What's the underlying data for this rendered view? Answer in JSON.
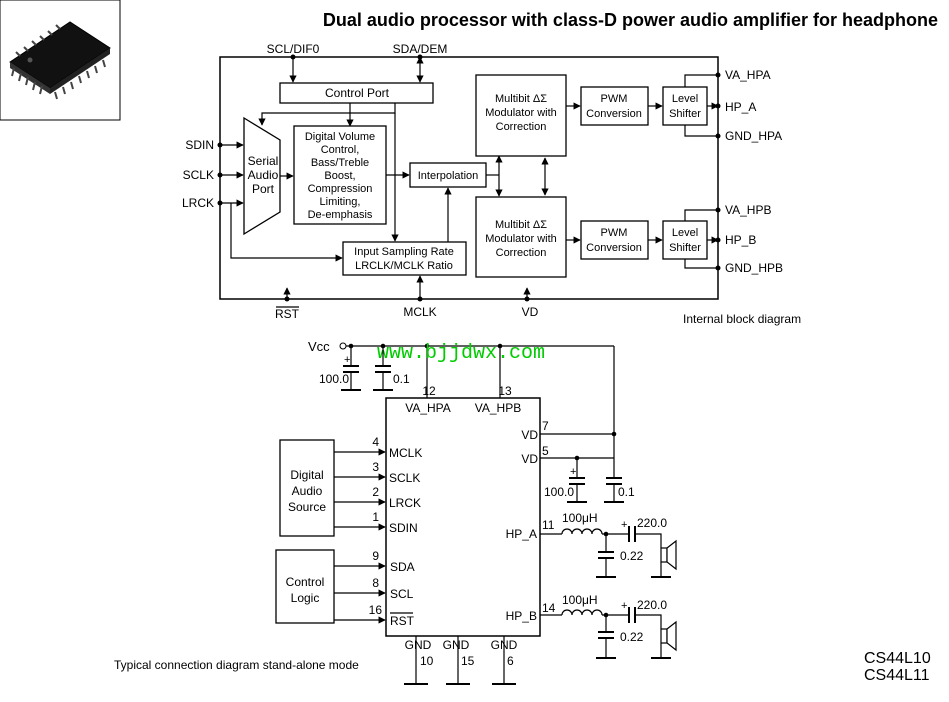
{
  "title": "Dual audio processor with class-D power audio amplifier for headphone",
  "block_diagram": {
    "caption": "Internal block diagram",
    "pins_top": [
      "SCL/DIF0",
      "SDA/DEM"
    ],
    "pins_left": [
      "SDIN",
      "SCLK",
      "LRCK"
    ],
    "pins_bottom": [
      "RST",
      "MCLK",
      "VD"
    ],
    "pins_right_a": [
      "VA_HPA",
      "HP_A",
      "GND_HPA"
    ],
    "pins_right_b": [
      "VA_HPB",
      "HP_B",
      "GND_HPB"
    ],
    "control_port": "Control Port",
    "serial_port": [
      "Serial",
      "Audio",
      "Port"
    ],
    "dsp": [
      "Digital Volume",
      "Control,",
      "Bass/Treble",
      "Boost,",
      "Compression",
      "Limiting,",
      "De-emphasis"
    ],
    "interpolation": "Interpolation",
    "isr": [
      "Input Sampling Rate",
      "LRCLK/MCLK Ratio"
    ],
    "modulator": [
      "Multibit ΔΣ",
      "Modulator with",
      "Correction"
    ],
    "pwm": [
      "PWM",
      "Conversion"
    ],
    "shifter": [
      "Level",
      "Shifter"
    ]
  },
  "schematic": {
    "caption": "Typical connection diagram stand-alone mode",
    "vcc": "Vcc",
    "watermark": "www.bjjdwx.com",
    "cap_100": "100.0",
    "cap_01": "0.1",
    "cap_022": "0.22",
    "cap_220": "220.0",
    "inductor": "100μH",
    "digital_audio_source": [
      "Digital",
      "Audio",
      "Source"
    ],
    "control_logic": [
      "Control",
      "Logic"
    ],
    "chip_pins_left": [
      {
        "num": "4",
        "name": "MCLK"
      },
      {
        "num": "3",
        "name": "SCLK"
      },
      {
        "num": "2",
        "name": "LRCK"
      },
      {
        "num": "1",
        "name": "SDIN"
      },
      {
        "num": "9",
        "name": "SDA"
      },
      {
        "num": "8",
        "name": "SCL"
      },
      {
        "num": "16",
        "name": "RST"
      }
    ],
    "chip_pins_top": [
      {
        "num": "12",
        "name": "VA_HPA"
      },
      {
        "num": "13",
        "name": "VA_HPB"
      }
    ],
    "chip_pins_right": [
      {
        "num": "7",
        "name": "VD"
      },
      {
        "num": "5",
        "name": "VD"
      },
      {
        "num": "11",
        "name": "HP_A"
      },
      {
        "num": "14",
        "name": "HP_B"
      }
    ],
    "chip_pins_bottom": [
      {
        "num": "10",
        "name": "GND"
      },
      {
        "num": "15",
        "name": "GND"
      },
      {
        "num": "6",
        "name": "GND"
      }
    ]
  },
  "part_numbers": [
    "CS44L10",
    "CS44L11"
  ]
}
